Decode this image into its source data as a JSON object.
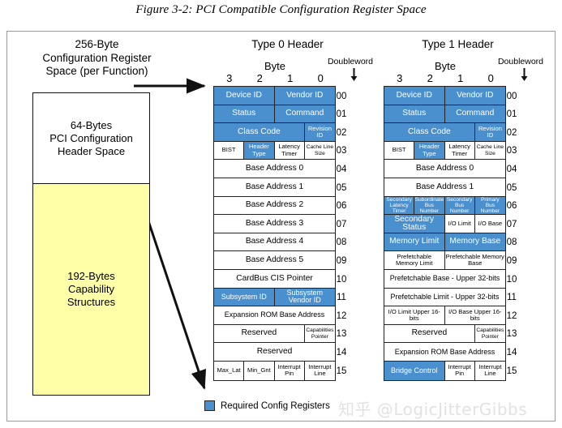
{
  "figure": {
    "caption": "Figure 3-2: PCI Compatible Configuration Register Space"
  },
  "left_panel": {
    "title_lines": [
      "256-Byte",
      "Configuration Register",
      "Space (per Function)"
    ],
    "header_space": {
      "lines": [
        "64-Bytes",
        "PCI Configuration",
        "Header Space"
      ],
      "color": "#ffffff"
    },
    "capability_space": {
      "lines": [
        "192-Bytes",
        "Capability",
        "Structures"
      ],
      "color": "#ffffa8"
    }
  },
  "legend": {
    "label": "Required Config Registers",
    "swatch_color": "#4a90cf"
  },
  "watermark": "知乎 @LogicJitterGibbs",
  "colors": {
    "required_blue": "#4a90cf",
    "capability_yellow": "#ffffa8",
    "border": "#222222"
  },
  "tables": [
    {
      "id": "type0",
      "title": "Type 0 Header",
      "byte_label": "Byte",
      "doubleword_label": "Doubleword",
      "byte_numbers": [
        "3",
        "2",
        "1",
        "0"
      ],
      "rows": [
        {
          "dw": "00",
          "cells": [
            {
              "text": "Device ID",
              "w": 50,
              "blue": true,
              "size": "f10"
            },
            {
              "text": "Vendor ID",
              "w": 50,
              "blue": true,
              "size": "f10"
            }
          ]
        },
        {
          "dw": "01",
          "cells": [
            {
              "text": "Status",
              "w": 50,
              "blue": true,
              "size": "f10"
            },
            {
              "text": "Command",
              "w": 50,
              "blue": true,
              "size": "f10"
            }
          ]
        },
        {
          "dw": "02",
          "cells": [
            {
              "text": "Class Code",
              "w": 75,
              "blue": true,
              "size": "f10"
            },
            {
              "text": "Revision ID",
              "w": 25,
              "blue": true,
              "size": "f8"
            }
          ]
        },
        {
          "dw": "03",
          "cells": [
            {
              "text": "BIST",
              "w": 25,
              "blue": false,
              "size": "f8"
            },
            {
              "text": "Header Type",
              "w": 25,
              "blue": true,
              "size": "f8"
            },
            {
              "text": "Latency Timer",
              "w": 25,
              "blue": false,
              "size": "f8"
            },
            {
              "text": "Cache Line Size",
              "w": 25,
              "blue": false,
              "size": "f7"
            }
          ]
        },
        {
          "dw": "04",
          "cells": [
            {
              "text": "Base Address 0",
              "w": 100,
              "blue": false,
              "size": "f10"
            }
          ]
        },
        {
          "dw": "05",
          "cells": [
            {
              "text": "Base Address 1",
              "w": 100,
              "blue": false,
              "size": "f10"
            }
          ]
        },
        {
          "dw": "06",
          "cells": [
            {
              "text": "Base Address 2",
              "w": 100,
              "blue": false,
              "size": "f10"
            }
          ]
        },
        {
          "dw": "07",
          "cells": [
            {
              "text": "Base Address 3",
              "w": 100,
              "blue": false,
              "size": "f10"
            }
          ]
        },
        {
          "dw": "08",
          "cells": [
            {
              "text": "Base Address 4",
              "w": 100,
              "blue": false,
              "size": "f10"
            }
          ]
        },
        {
          "dw": "09",
          "cells": [
            {
              "text": "Base Address 5",
              "w": 100,
              "blue": false,
              "size": "f10"
            }
          ]
        },
        {
          "dw": "10",
          "cells": [
            {
              "text": "CardBus CIS Pointer",
              "w": 100,
              "blue": false,
              "size": "f10"
            }
          ]
        },
        {
          "dw": "11",
          "cells": [
            {
              "text": "Subsystem ID",
              "w": 50,
              "blue": true,
              "size": "f9"
            },
            {
              "text": "Subsystem Vendor ID",
              "w": 50,
              "blue": true,
              "size": "f9"
            }
          ]
        },
        {
          "dw": "12",
          "cells": [
            {
              "text": "Expansion ROM Base Address",
              "w": 100,
              "blue": false,
              "size": "f9"
            }
          ]
        },
        {
          "dw": "13",
          "cells": [
            {
              "text": "Reserved",
              "w": 75,
              "blue": false,
              "size": "f10"
            },
            {
              "text": "Capabilities Pointer",
              "w": 25,
              "blue": false,
              "size": "f7"
            }
          ]
        },
        {
          "dw": "14",
          "cells": [
            {
              "text": "Reserved",
              "w": 100,
              "blue": false,
              "size": "f10"
            }
          ]
        },
        {
          "dw": "15",
          "cells": [
            {
              "text": "Max_Lat",
              "w": 25,
              "blue": false,
              "size": "f8"
            },
            {
              "text": "Min_Gnt",
              "w": 25,
              "blue": false,
              "size": "f8"
            },
            {
              "text": "Interrupt Pin",
              "w": 25,
              "blue": false,
              "size": "f8"
            },
            {
              "text": "Interrupt Line",
              "w": 25,
              "blue": false,
              "size": "f8"
            }
          ]
        }
      ]
    },
    {
      "id": "type1",
      "title": "Type 1 Header",
      "byte_label": "Byte",
      "doubleword_label": "Doubleword",
      "byte_numbers": [
        "3",
        "2",
        "1",
        "0"
      ],
      "rows": [
        {
          "dw": "00",
          "cells": [
            {
              "text": "Device ID",
              "w": 50,
              "blue": true,
              "size": "f10"
            },
            {
              "text": "Vendor ID",
              "w": 50,
              "blue": true,
              "size": "f10"
            }
          ]
        },
        {
          "dw": "01",
          "cells": [
            {
              "text": "Status",
              "w": 50,
              "blue": true,
              "size": "f10"
            },
            {
              "text": "Command",
              "w": 50,
              "blue": true,
              "size": "f10"
            }
          ]
        },
        {
          "dw": "02",
          "cells": [
            {
              "text": "Class Code",
              "w": 75,
              "blue": true,
              "size": "f10"
            },
            {
              "text": "Revision ID",
              "w": 25,
              "blue": true,
              "size": "f8"
            }
          ]
        },
        {
          "dw": "03",
          "cells": [
            {
              "text": "BIST",
              "w": 25,
              "blue": false,
              "size": "f8"
            },
            {
              "text": "Header Type",
              "w": 25,
              "blue": true,
              "size": "f8"
            },
            {
              "text": "Latency Timer",
              "w": 25,
              "blue": false,
              "size": "f8"
            },
            {
              "text": "Cache Line Size",
              "w": 25,
              "blue": false,
              "size": "f7"
            }
          ]
        },
        {
          "dw": "04",
          "cells": [
            {
              "text": "Base Address 0",
              "w": 100,
              "blue": false,
              "size": "f10"
            }
          ]
        },
        {
          "dw": "05",
          "cells": [
            {
              "text": "Base Address 1",
              "w": 100,
              "blue": false,
              "size": "f10"
            }
          ]
        },
        {
          "dw": "06",
          "cells": [
            {
              "text": "Secondary Latency Timer",
              "w": 25,
              "blue": true,
              "size": "f7"
            },
            {
              "text": "Subordinate Bus Number",
              "w": 25,
              "blue": true,
              "size": "f7"
            },
            {
              "text": "Secondary Bus Number",
              "w": 25,
              "blue": true,
              "size": "f7"
            },
            {
              "text": "Primary Bus Number",
              "w": 25,
              "blue": true,
              "size": "f7"
            }
          ]
        },
        {
          "dw": "07",
          "cells": [
            {
              "text": "Secondary Status",
              "w": 50,
              "blue": true,
              "size": "f10"
            },
            {
              "text": "I/O Limit",
              "w": 25,
              "blue": false,
              "size": "f8"
            },
            {
              "text": "I/O Base",
              "w": 25,
              "blue": false,
              "size": "f8"
            }
          ]
        },
        {
          "dw": "08",
          "cells": [
            {
              "text": "Memory Limit",
              "w": 50,
              "blue": true,
              "size": "f10"
            },
            {
              "text": "Memory Base",
              "w": 50,
              "blue": true,
              "size": "f10"
            }
          ]
        },
        {
          "dw": "09",
          "cells": [
            {
              "text": "Prefetchable Memory Limit",
              "w": 50,
              "blue": false,
              "size": "f8"
            },
            {
              "text": "Prefetchable Memory Base",
              "w": 50,
              "blue": false,
              "size": "f8"
            }
          ]
        },
        {
          "dw": "10",
          "cells": [
            {
              "text": "Prefetchable Base - Upper 32-bits",
              "w": 100,
              "blue": false,
              "size": "f9"
            }
          ]
        },
        {
          "dw": "11",
          "cells": [
            {
              "text": "Prefetchable Limit - Upper 32-bits",
              "w": 100,
              "blue": false,
              "size": "f9"
            }
          ]
        },
        {
          "dw": "12",
          "cells": [
            {
              "text": "I/O Limit Upper 16-bits",
              "w": 50,
              "blue": false,
              "size": "f8"
            },
            {
              "text": "I/O Base Upper 16-bits",
              "w": 50,
              "blue": false,
              "size": "f8"
            }
          ]
        },
        {
          "dw": "13",
          "cells": [
            {
              "text": "Reserved",
              "w": 75,
              "blue": false,
              "size": "f10"
            },
            {
              "text": "Capabilities Pointer",
              "w": 25,
              "blue": false,
              "size": "f7"
            }
          ]
        },
        {
          "dw": "14",
          "cells": [
            {
              "text": "Expansion ROM Base Address",
              "w": 100,
              "blue": false,
              "size": "f9"
            }
          ]
        },
        {
          "dw": "15",
          "cells": [
            {
              "text": "Bridge Control",
              "w": 50,
              "blue": true,
              "size": "f9"
            },
            {
              "text": "Interrupt Pin",
              "w": 25,
              "blue": false,
              "size": "f8"
            },
            {
              "text": "Interrupt Line",
              "w": 25,
              "blue": false,
              "size": "f8"
            }
          ]
        }
      ]
    }
  ]
}
